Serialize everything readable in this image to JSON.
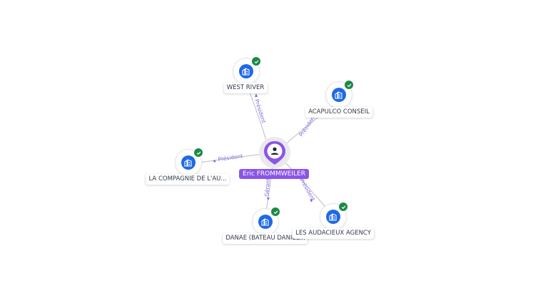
{
  "center": {
    "name": "Eric FROMMWEILER",
    "icon": "person-icon",
    "color": "#8a55e8"
  },
  "companies": [
    {
      "id": "west-river",
      "name": "WEST RIVER",
      "verified": true
    },
    {
      "id": "acapulco-conseil",
      "name": "ACAPULCO CONSEIL",
      "verified": true
    },
    {
      "id": "la-compagnie",
      "name": "LA COMPAGNIE DE L'AU...",
      "verified": true
    },
    {
      "id": "danae",
      "name": "DANAE (BATEAU DANIEL...",
      "verified": true
    },
    {
      "id": "les-audacieux",
      "name": "LES AUDACIEUX AGENCY",
      "verified": true
    }
  ],
  "relations": [
    {
      "to": "west-river",
      "role": "Président"
    },
    {
      "to": "acapulco-conseil",
      "role": "Président"
    },
    {
      "to": "la-compagnie",
      "role": "Président"
    },
    {
      "to": "danae",
      "role": "Gérant"
    },
    {
      "to": "les-audacieux",
      "role": "Président"
    }
  ],
  "colors": {
    "company": "#1e69e6",
    "verified": "#1c8a46",
    "relation_label": "#7b6ee0",
    "edge": "#b9bcc7"
  }
}
